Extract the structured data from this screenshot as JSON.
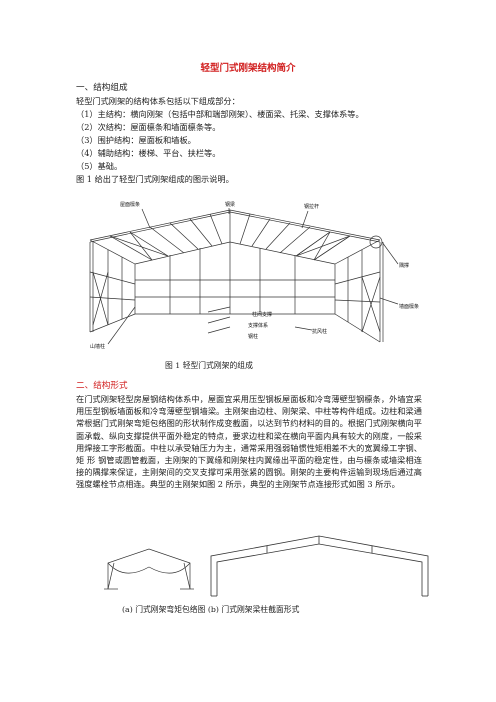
{
  "title": "轻型门式刚架结构简介",
  "section1": {
    "heading": "一、结构组成",
    "lines": [
      "轻型门式刚架的结构体系包括以下组成部分：",
      "（1）主结构：横向刚架（包括中部和端部刚架）、楼面梁、托梁、支撑体系等。",
      "（2）次结构：屋面檩条和墙面檩条等。",
      "（3）围护结构：屋面板和墙板。",
      "（4）辅助结构：楼梯、平台、扶栏等。",
      "（5）基础。",
      "图 1 给出了轻型门式刚架组成的图示说明。"
    ]
  },
  "figure1": {
    "labels": {
      "roof_purlin": "屋面檩条",
      "rigid_frame": "钢梁",
      "sag_rod": "钢拉杆",
      "wind_column": "抗风柱",
      "wall_purlin": "墙面檩条",
      "end_column": "山墙柱",
      "bracing": "支撑体系",
      "corner_brace": "隅撑",
      "column": "钢柱",
      "gable_column": "柱间支撑"
    },
    "caption": "图 1 轻型门式刚架的组成"
  },
  "section2": {
    "heading": "二、结构形式",
    "paragraph": "在门式刚架轻型房屋钢结构体系中，屋面宜采用压型钢板屋面板和冷弯薄壁型钢檩条，外墙宜采用压型钢板墙面板和冷弯薄壁型钢墙梁。主刚架由边柱、刚架梁、中柱等构件组成。边柱和梁通常根据门式刚架弯矩包络图的形状制作成变截面，以达到节约材料的目的。根据门式刚架横向平面承载、纵向支撑提供平面外稳定的特点，要求边柱和梁在横向平面内具有较大的刚度，一般采用焊接工字形截面。中柱以承受轴压力为主，通常采用强弱轴惯性矩相差不大的宽翼缘工字钢、矩 形 钢管或圆管截面，主刚架的下翼缘和刚架柱内翼缘出平面的稳定性，由与檩条或墙梁相连接的隅撑来保证，主刚架间的交叉支撑可采用张紧的圆钢。刚架的主要构件运输到现场后通过高强度螺栓节点相连。典型的主刚架如图 2 所示，典型的主刚架节点连接形式如图 3 所示。"
  },
  "figure2": {
    "caption": "(a) 门式刚架弯矩包络图 (b) 门式刚架梁柱截面形式"
  }
}
